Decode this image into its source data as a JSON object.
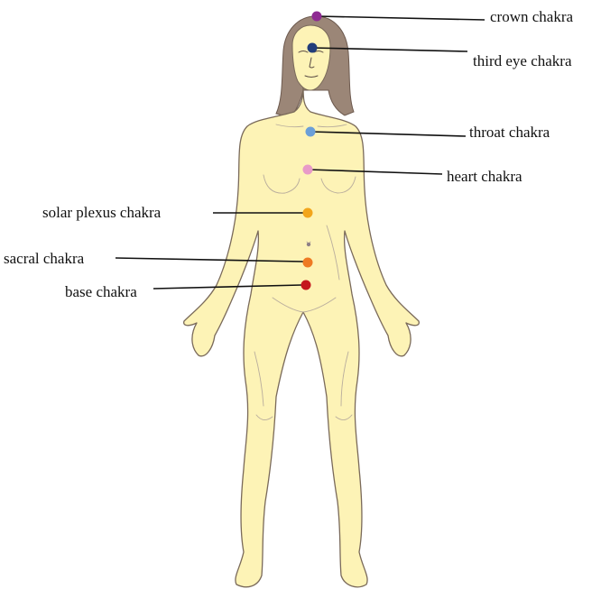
{
  "diagram": {
    "chakras": [
      {
        "id": "crown",
        "label": "crown chakra",
        "color": "#8e2a92"
      },
      {
        "id": "third-eye",
        "label": "third eye chakra",
        "color": "#223d7a"
      },
      {
        "id": "throat",
        "label": "throat chakra",
        "color": "#6b9fd8"
      },
      {
        "id": "heart",
        "label": "heart chakra",
        "color": "#e89ac8"
      },
      {
        "id": "solar-plexus",
        "label": "solar plexus chakra",
        "color": "#f2a51c"
      },
      {
        "id": "sacral",
        "label": "sacral chakra",
        "color": "#ee7a24"
      },
      {
        "id": "base",
        "label": "base chakra",
        "color": "#c4161c"
      }
    ],
    "body_fill_color": "#fdf3b6",
    "outline_color": "#7a6a5a",
    "hair_color": "#9b8677"
  }
}
